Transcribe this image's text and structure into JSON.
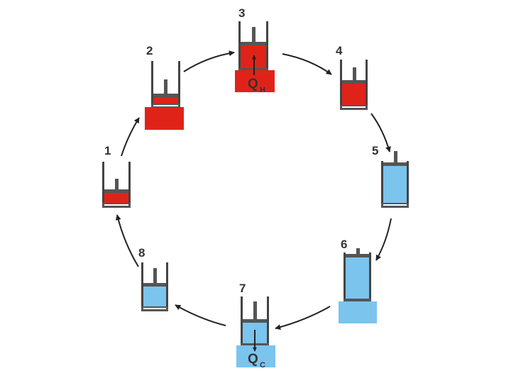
{
  "colors": {
    "hot": "#e02319",
    "cold": "#7ac4ee",
    "wall": "#444444",
    "piston": "#555555",
    "arrow": "#222222"
  },
  "states": [
    {
      "label": "1",
      "gas": "hot"
    },
    {
      "label": "2",
      "gas": "hot",
      "reservoir": "hot"
    },
    {
      "label": "3",
      "gas": "hot",
      "reservoir": "hot"
    },
    {
      "label": "4",
      "gas": "hot"
    },
    {
      "label": "5",
      "gas": "cold"
    },
    {
      "label": "6",
      "gas": "cold",
      "reservoir": "cold"
    },
    {
      "label": "7",
      "gas": "cold",
      "reservoir": "cold"
    },
    {
      "label": "8",
      "gas": "cold"
    }
  ],
  "heat_labels": {
    "hot": {
      "main": "Q",
      "sub": "H"
    },
    "cold": {
      "main": "Q",
      "sub": "C"
    }
  },
  "cycle_arrow_icon": "curved-arrow-icon"
}
